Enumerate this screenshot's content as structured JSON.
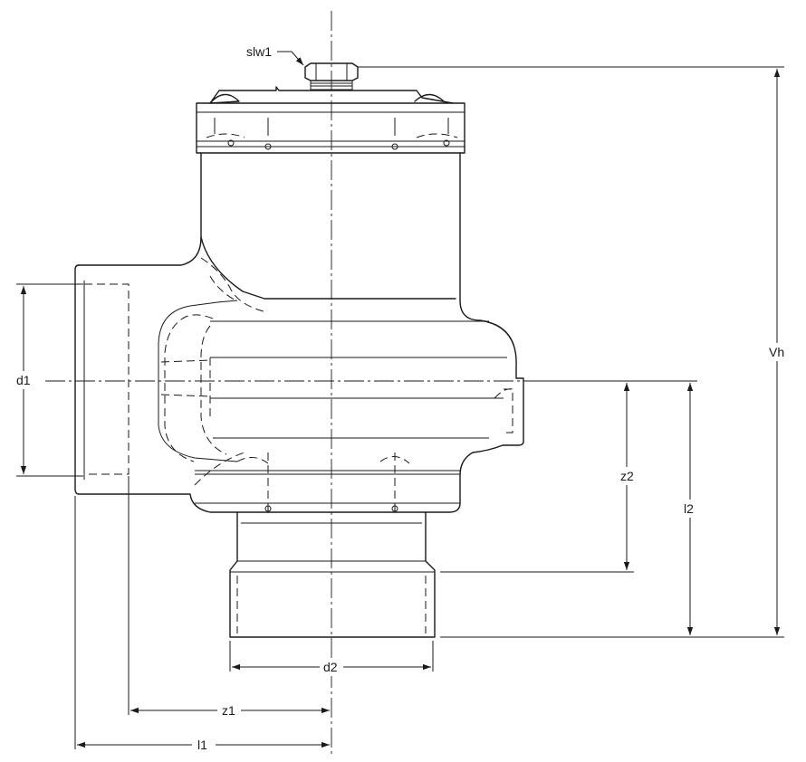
{
  "labels": {
    "slw1": "slw1",
    "vh": "Vh",
    "d1": "d1",
    "z2": "z2",
    "l2": "l2",
    "d2": "d2",
    "z1": "z1",
    "l1": "l1"
  },
  "colors": {
    "line": "#1a1a1a",
    "background": "#ffffff"
  }
}
